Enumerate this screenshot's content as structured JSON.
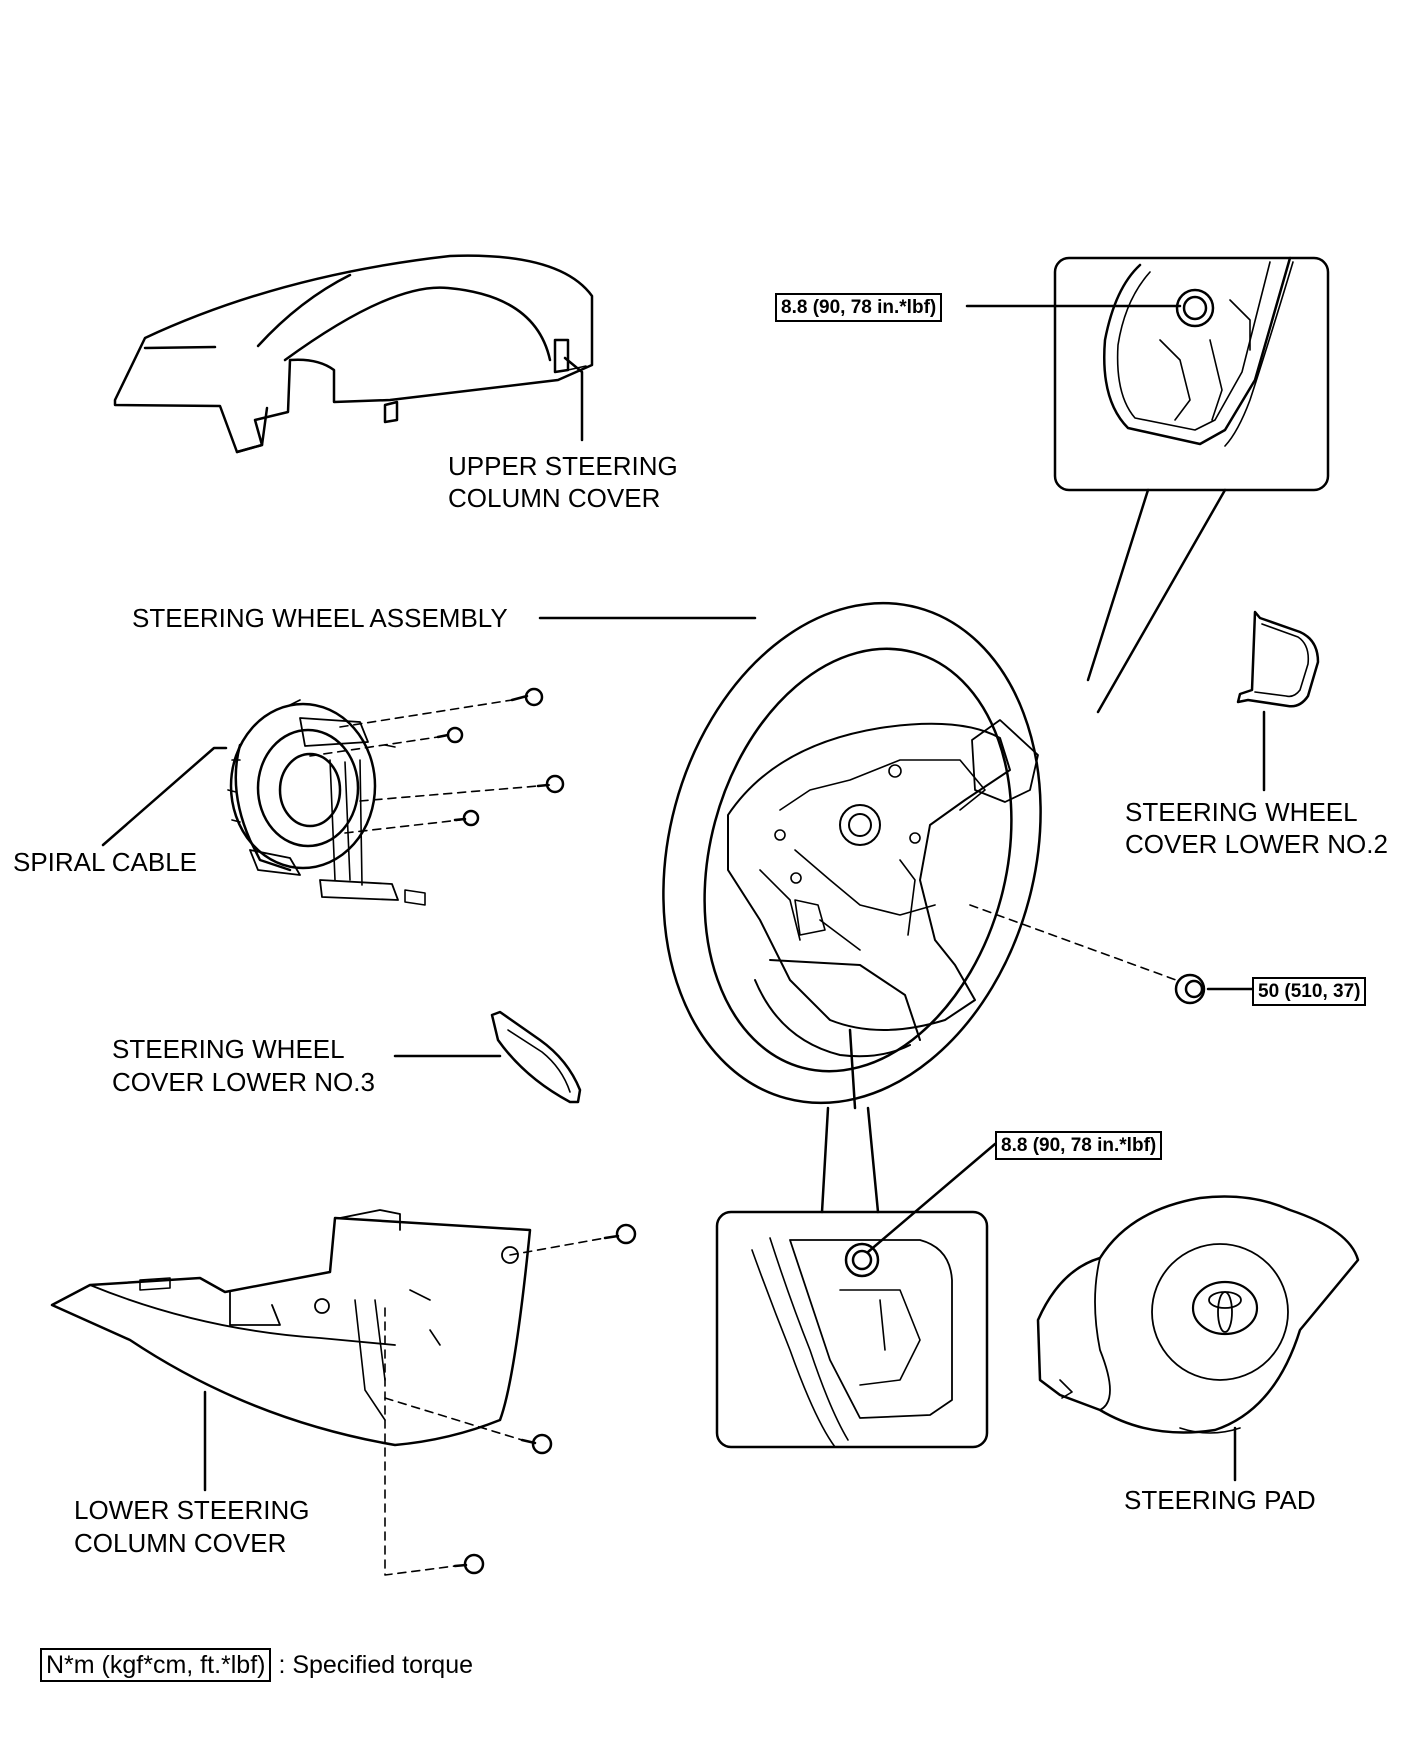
{
  "labels": {
    "upper_cover_1": "UPPER STEERING",
    "upper_cover_2": "COLUMN COVER",
    "wheel_assembly": "STEERING WHEEL ASSEMBLY",
    "spiral_cable": "SPIRAL CABLE",
    "cover_no2_1": "STEERING WHEEL",
    "cover_no2_2": "COVER LOWER NO.2",
    "cover_no3_1": "STEERING WHEEL",
    "cover_no3_2": "COVER LOWER NO.3",
    "lower_cover_1": "LOWER STEERING",
    "lower_cover_2": "COLUMN COVER",
    "steering_pad": "STEERING PAD"
  },
  "torque": {
    "upper_screw": "8.8 (90, 78 in.*lbf)",
    "lower_screw": "8.8 (90, 78 in.*lbf)",
    "nut": "50 (510, 37)"
  },
  "legend": {
    "unit": "N*m (kgf*cm, ft.*lbf)",
    "description": ": Specified torque"
  }
}
